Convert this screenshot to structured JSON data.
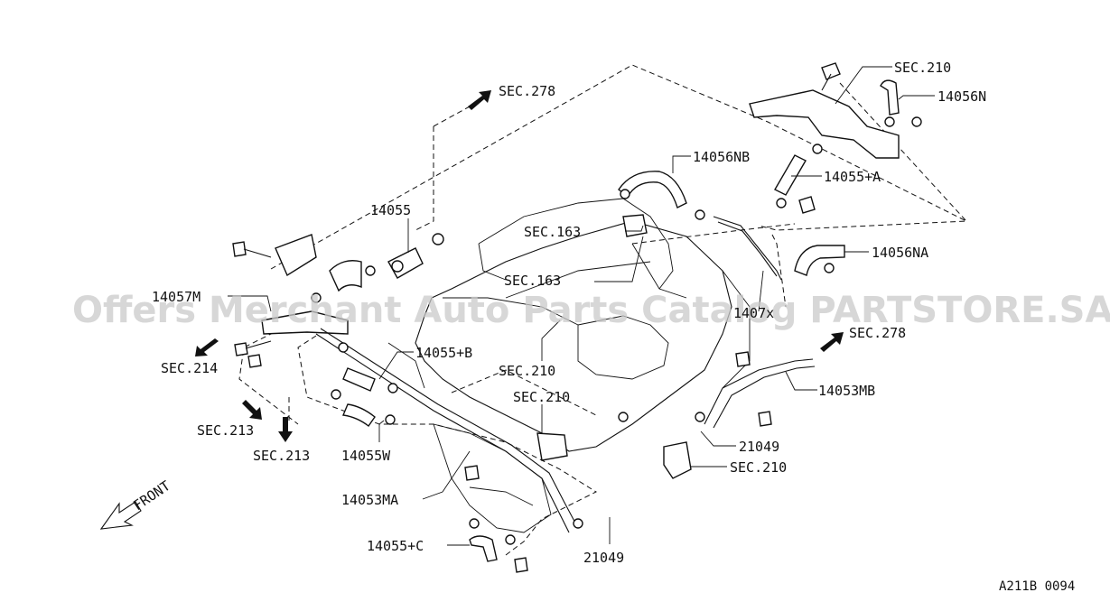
{
  "watermark": "Offers Merchant Auto Parts Catalog PARTSTORE.SA",
  "diagram_code": "A211B 0094",
  "front_label": "FRONT",
  "labels": {
    "sec210_top": "SEC.210",
    "p14056N": "14056N",
    "sec278_top": "SEC.278",
    "p14056NB": "14056NB",
    "p14055A": "14055+A",
    "p14055": "14055",
    "sec163_a": "SEC.163",
    "p14056NA": "14056NA",
    "sec163_b": "SEC.163",
    "p14057M": "14057M",
    "p1407x": "1407x",
    "sec278_right": "SEC.278",
    "p14055B": "14055+B",
    "sec214": "SEC.214",
    "sec210_mid": "SEC.210",
    "p14053MB": "14053MB",
    "sec210_low": "SEC.210",
    "sec213_a": "SEC.213",
    "p21049_right": "21049",
    "sec213_b": "SEC.213",
    "p14055W": "14055W",
    "sec210_right": "SEC.210",
    "p14053MA": "14053MA",
    "p14055C": "14055+C",
    "p21049_bottom": "21049"
  }
}
